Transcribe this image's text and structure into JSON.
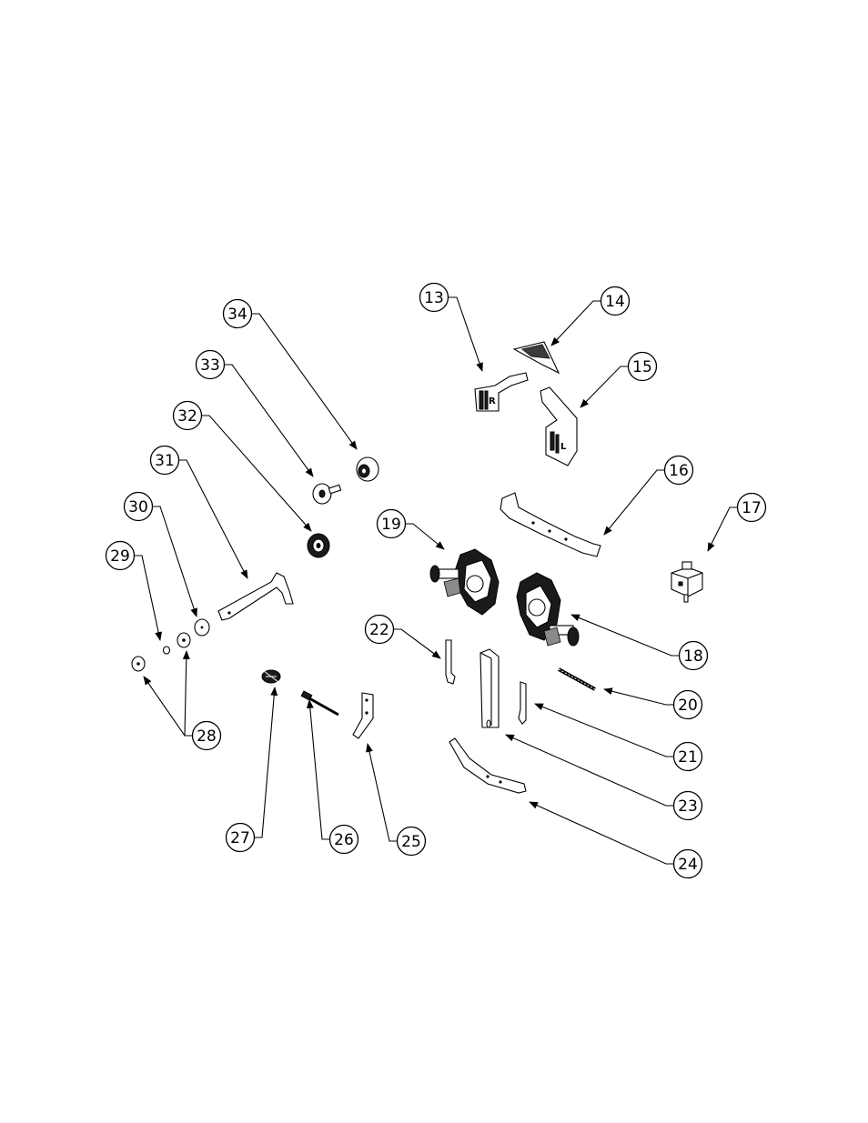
{
  "diagram": {
    "callouts": [
      {
        "id": "13",
        "label": "13"
      },
      {
        "id": "14",
        "label": "14"
      },
      {
        "id": "15",
        "label": "15"
      },
      {
        "id": "16",
        "label": "16"
      },
      {
        "id": "17",
        "label": "17"
      },
      {
        "id": "18",
        "label": "18"
      },
      {
        "id": "19",
        "label": "19"
      },
      {
        "id": "20",
        "label": "20"
      },
      {
        "id": "21",
        "label": "21"
      },
      {
        "id": "22",
        "label": "22"
      },
      {
        "id": "23",
        "label": "23"
      },
      {
        "id": "24",
        "label": "24"
      },
      {
        "id": "25",
        "label": "25"
      },
      {
        "id": "26",
        "label": "26"
      },
      {
        "id": "27",
        "label": "27"
      },
      {
        "id": "28",
        "label": "28"
      },
      {
        "id": "29",
        "label": "29"
      },
      {
        "id": "30",
        "label": "30"
      },
      {
        "id": "31",
        "label": "31"
      },
      {
        "id": "32",
        "label": "32"
      },
      {
        "id": "33",
        "label": "33"
      },
      {
        "id": "34",
        "label": "34"
      }
    ],
    "part_markings": {
      "bracket_right": "R",
      "bracket_left": "L"
    }
  }
}
